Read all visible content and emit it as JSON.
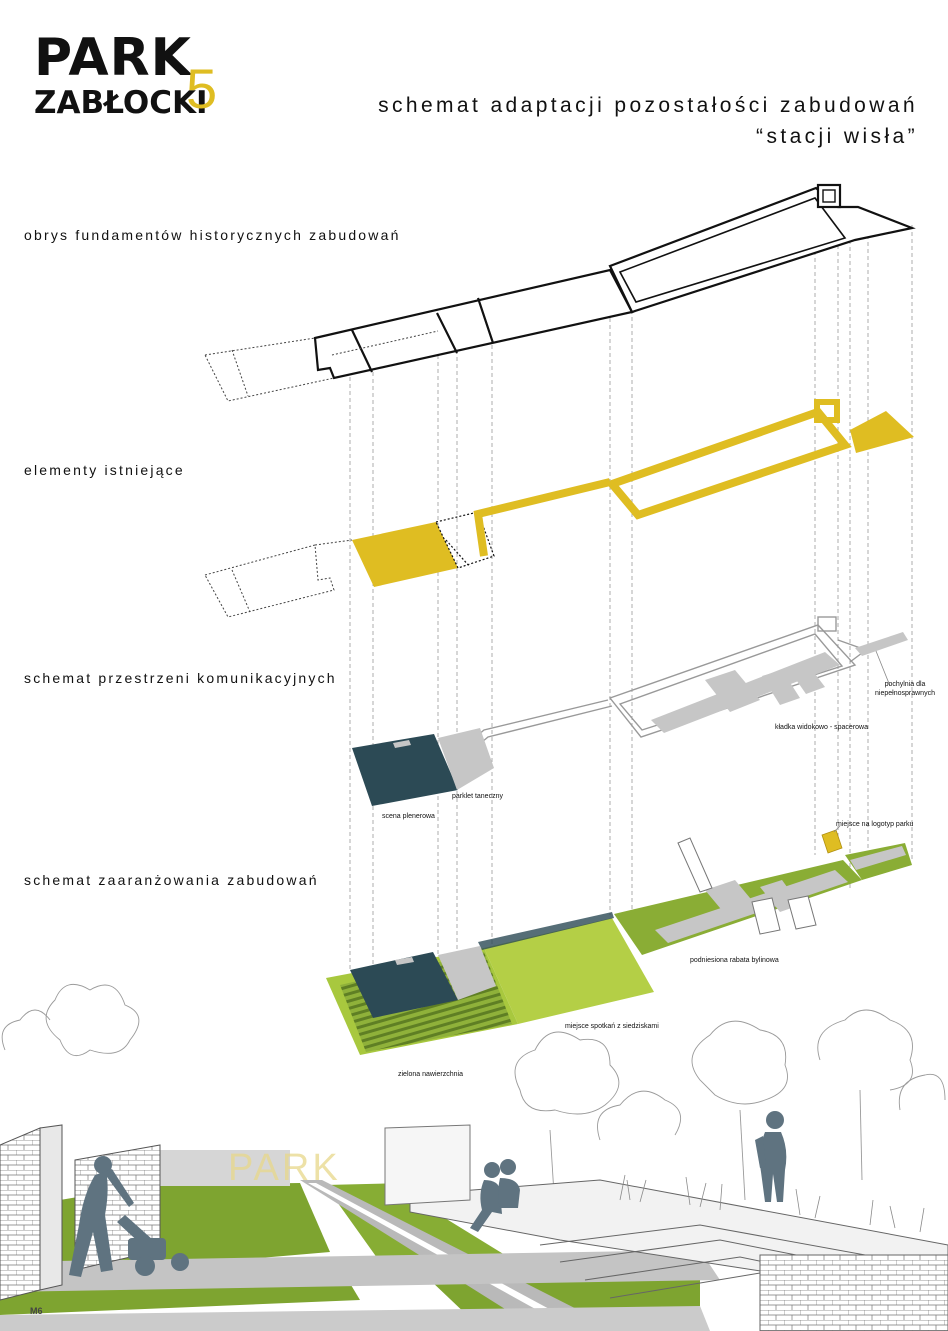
{
  "logo": {
    "line1": "PARK",
    "line2": "ZABŁOCKI",
    "number": "5"
  },
  "title": {
    "line1": "schemat adaptacji  pozostałości zabudowań",
    "line2": "“stacji wisła”"
  },
  "sections": [
    {
      "id": "foundations",
      "label": "obrys fundamentów historycznych zabudowań"
    },
    {
      "id": "existing",
      "label": "elementy istniejące"
    },
    {
      "id": "communication",
      "label": "schemat przestrzeni komunikacyjnych"
    },
    {
      "id": "arrangement",
      "label": "schemat zaaranżowania zabudowań"
    }
  ],
  "annotations": {
    "ramp": "pochylnia dla niepełnosprawnych",
    "walkway": "kładka widokowo - spacerowa",
    "dance_floor": "parklet taneczny",
    "stage": "scena plenerowa",
    "logo_place": "miejsce na logotyp parku",
    "flower_bed": "podniesiona rabata bylinowa",
    "meeting_place": "miejsce spotkań z siedziskami",
    "green_surface": "zielona nawierzchnia"
  },
  "scene": {
    "sign_text": "PARK"
  },
  "page_number": "M6",
  "colors": {
    "yellow": "#dfbd22",
    "dark_teal": "#2c4a55",
    "light_green": "#b4cf46",
    "mid_green": "#8aad35",
    "grass": "#7ea430",
    "paving": "#c6c6c6",
    "figure": "#5f7380"
  }
}
